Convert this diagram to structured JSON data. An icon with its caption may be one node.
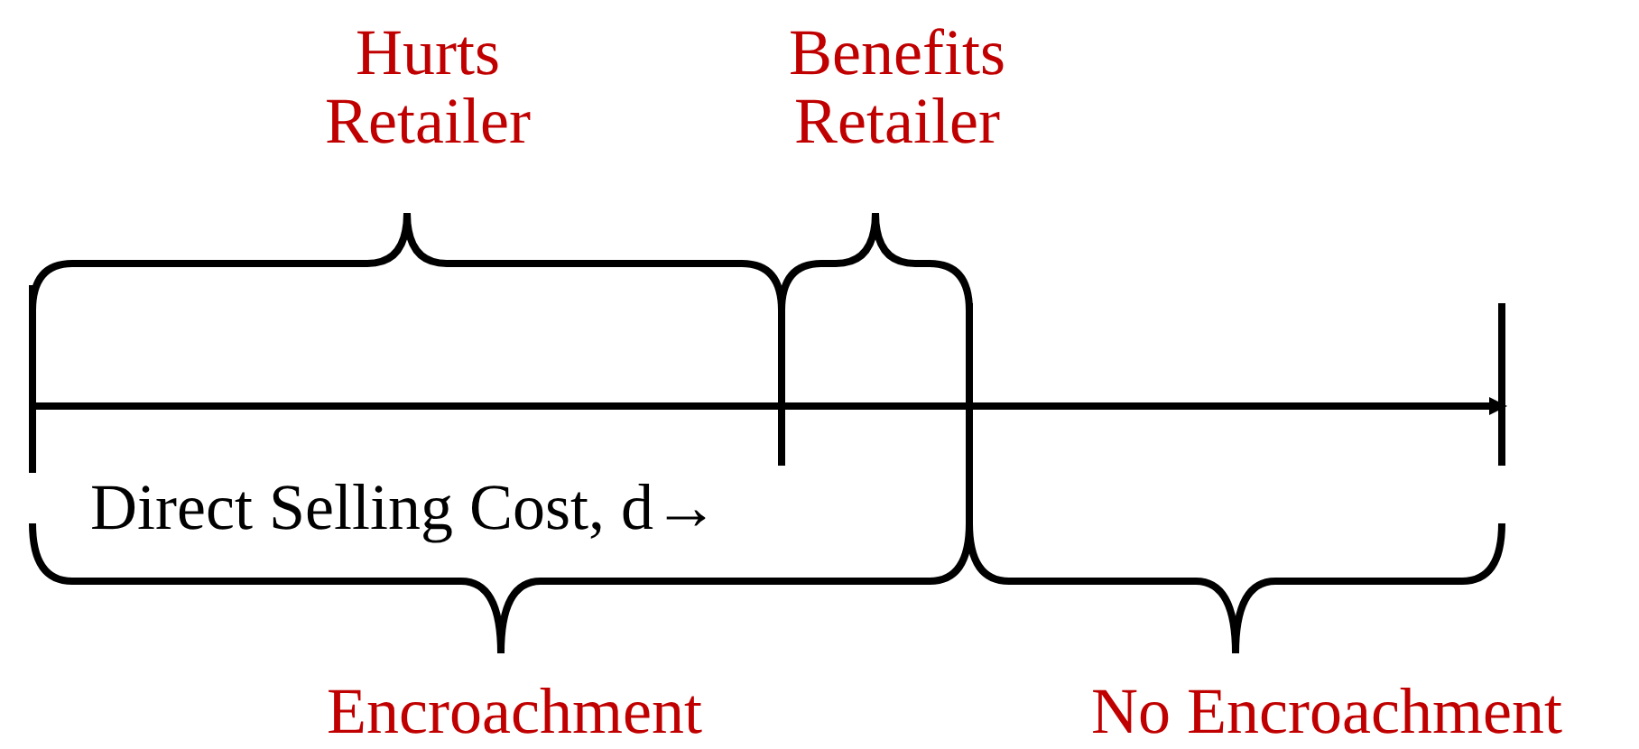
{
  "diagram": {
    "labels": [
      "Hurts Retailer",
      "Benefits Retailer",
      "Direct Selling Cost, d→",
      "Encroachment",
      "No Encroachment"
    ]
  }
}
